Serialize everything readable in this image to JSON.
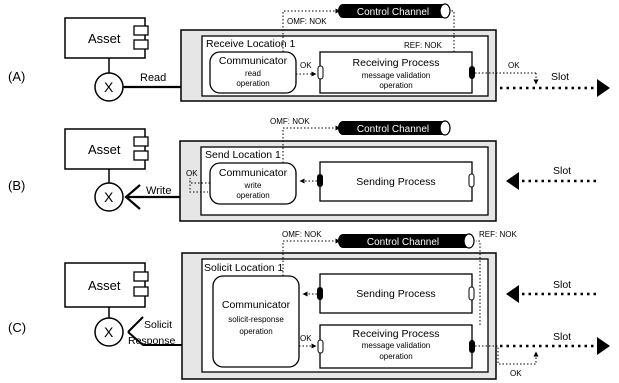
{
  "rows": [
    {
      "letter": "(A)",
      "asset": "Asset",
      "x_symbol": "X",
      "location": "Receive Location 1",
      "communicator": {
        "title": "Communicator",
        "sub1": "read",
        "sub2": "operation"
      },
      "process": {
        "title": "Receiving Process",
        "sub1": "message validation",
        "sub2": "operation"
      },
      "channel": "Control Channel",
      "omf": "OMF: NOK",
      "ref": "REF: NOK",
      "ok_inner": "OK",
      "ok_out": "OK",
      "slot": "Slot",
      "edge": "Read"
    },
    {
      "letter": "(B)",
      "asset": "Asset",
      "x_symbol": "X",
      "location": "Send Location 1",
      "communicator": {
        "title": "Communicator",
        "sub1": "write",
        "sub2": "operation"
      },
      "process": {
        "title": "Sending Process"
      },
      "channel": "Control Channel",
      "omf": "OMF: NOK",
      "ok_inner": "OK",
      "slot": "Slot",
      "edge": "Write"
    },
    {
      "letter": "(C)",
      "asset": "Asset",
      "x_symbol": "X",
      "location": "Solicit Location 1",
      "communicator": {
        "title": "Communicator",
        "sub1": "solicit-response",
        "sub2": "operation"
      },
      "process_send": {
        "title": "Sending Process"
      },
      "process_recv": {
        "title": "Receiving Process",
        "sub1": "message validation",
        "sub2": "operation"
      },
      "channel": "Control Channel",
      "omf": "OMF: NOK",
      "ref": "REF: NOK",
      "ok_inner": "OK",
      "ok_out": "OK",
      "slot_send": "Slot",
      "slot_recv": "Slot",
      "edge1": "Solicit",
      "edge2": "Response"
    }
  ]
}
